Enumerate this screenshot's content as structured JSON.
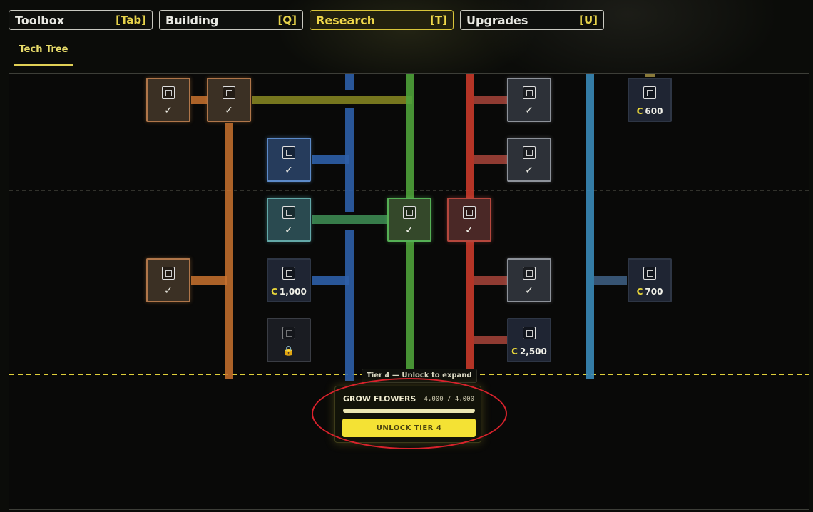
{
  "tabs": [
    {
      "label": "Toolbox",
      "key": "[Tab]"
    },
    {
      "label": "Building",
      "key": "[Q]"
    },
    {
      "label": "Research",
      "key": "[T]",
      "active": true
    },
    {
      "label": "Upgrades",
      "key": "[U]"
    }
  ],
  "subtab": {
    "label": "Tech Tree"
  },
  "colors": {
    "orange": "#c9722e",
    "blue": "#2e5fa8",
    "green": "#4fa23a",
    "red": "#c83a2a",
    "sky": "#3a8ab8",
    "accent": "#f4e234"
  },
  "nodes": {
    "a": {
      "icon": "speaker-icon",
      "check": "✓"
    },
    "b": {
      "icon": "square-target-icon",
      "check": "✓"
    },
    "c": {
      "icon": "cog-frame-icon",
      "check": "✓"
    },
    "d": {
      "icon": "dial-icon",
      "check": "✓"
    },
    "e": {
      "icon": "window-icon",
      "check": "✓"
    },
    "f": {
      "icon": "truck-icon",
      "check": "✓"
    },
    "g": {
      "icon": "wand-icon",
      "check": "✓"
    },
    "h": {
      "icon": "paint-tube-icon",
      "check": "✓"
    },
    "i": {
      "icon": "device-icon",
      "check": "✓"
    },
    "j": {
      "icon": "panel-icon",
      "cost": "1,000"
    },
    "k": {
      "icon": "phone-icon",
      "lock": "🔒"
    },
    "l": {
      "icon": "bin-icon",
      "check": "✓"
    },
    "m": {
      "icon": "graph-icon",
      "cost": "2,500"
    },
    "n": {
      "icon": "arrow-left-icon",
      "cost": "600"
    },
    "o": {
      "icon": "furnace-icon",
      "cost": "700"
    }
  },
  "currency_icon": "C",
  "tier": {
    "label": "Tier 4 — Unlock to expand",
    "goal_title": "GROW FLOWERS",
    "progress_text": "4,000 / 4,000",
    "progress": 1.0,
    "button": "UNLOCK TIER 4"
  }
}
